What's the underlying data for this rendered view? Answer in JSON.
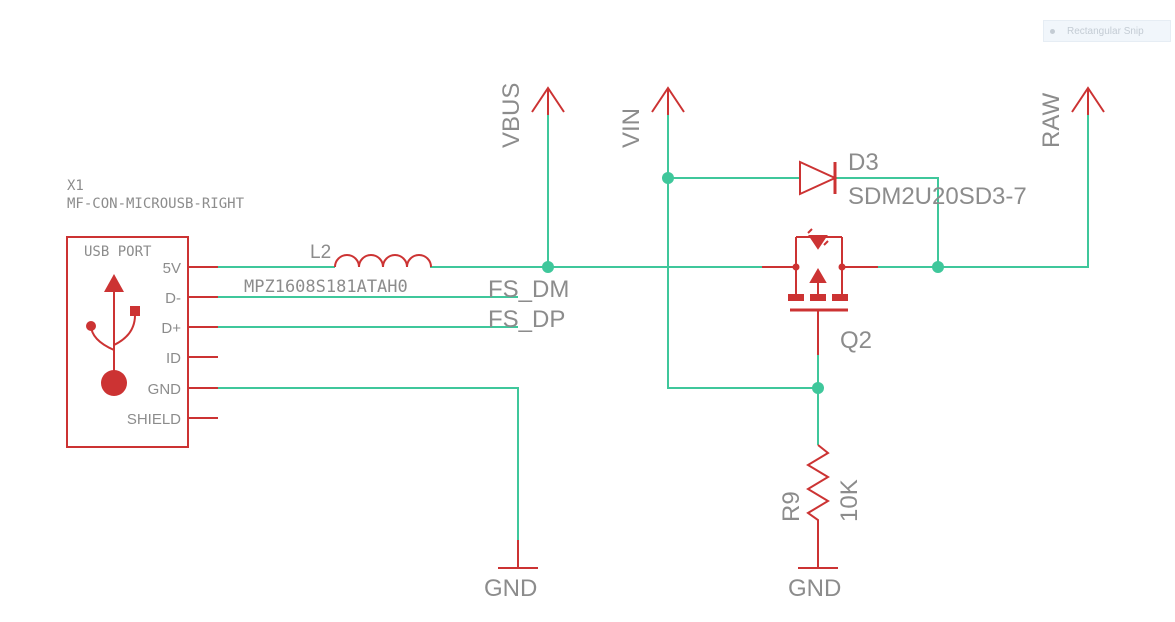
{
  "snip_button": {
    "label": "Rectangular Snip"
  },
  "colors": {
    "net": "#3fc79b",
    "symbol": "#cc3333",
    "text": "#8c8c8c"
  },
  "connector": {
    "ref": "X1",
    "part": "MF-CON-MICROUSB-RIGHT",
    "box_title": "USB PORT",
    "pins": [
      "5V",
      "D-",
      "D+",
      "ID",
      "GND",
      "SHIELD"
    ]
  },
  "inductor": {
    "ref": "L2",
    "value": "MPZ1608S181ATAH0"
  },
  "nets": {
    "fs_dm": "FS_DM",
    "fs_dp": "FS_DP"
  },
  "supplies": {
    "vbus": "VBUS",
    "vin": "VIN",
    "raw": "RAW",
    "gnd_left": "GND",
    "gnd_right": "GND"
  },
  "diode": {
    "ref": "D3",
    "value": "SDM2U20SD3-7"
  },
  "mosfet": {
    "ref": "Q2"
  },
  "resistor": {
    "ref": "R9",
    "value": "10K"
  }
}
